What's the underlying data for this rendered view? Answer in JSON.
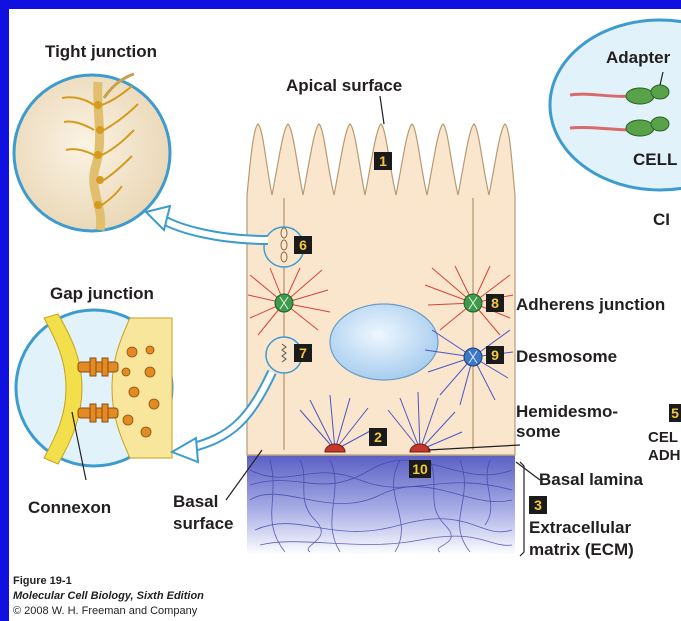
{
  "labels": {
    "tight_junction": "Tight junction",
    "apical_surface": "Apical surface",
    "gap_junction": "Gap junction",
    "adherens_junction": "Adherens junction",
    "desmosome": "Desmosome",
    "hemidesmosome_1": "Hemidesmo-",
    "hemidesmosome_2": "some",
    "basal_lamina": "Basal lamina",
    "ecm_1": "Extracellular",
    "ecm_2": "matrix (ECM)",
    "basal_surface_1": "Basal",
    "basal_surface_2": "surface",
    "connexon": "Connexon",
    "adapter": "Adapter",
    "cell_frag": "CELL",
    "cr_frag": "CI",
    "cel_frag": "CEL",
    "adh_frag": "ADH"
  },
  "numbers": [
    "1",
    "2",
    "3",
    "5",
    "6",
    "7",
    "8",
    "9",
    "10"
  ],
  "caption": {
    "figure": "Figure 19-1",
    "book": "Molecular Cell Biology, Sixth Edition",
    "copyright": "© 2008 W. H. Freeman and Company"
  },
  "colors": {
    "frame": "#1010e0",
    "cell": "#f9e6cc",
    "zoom_fill": "#e1f2fa",
    "zoom_outline": "#3d9bd0",
    "ecm": "#5b5fc4",
    "adherens": "#3f9a4b",
    "desmosome": "#3c78c8",
    "hemidesmosome": "#c0392b",
    "nucleus": "#cfe6f8",
    "marker": "#1b1b1b",
    "marker_text": "#f2c93a"
  }
}
